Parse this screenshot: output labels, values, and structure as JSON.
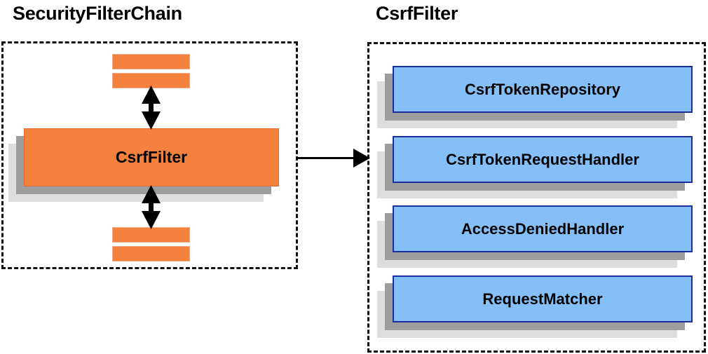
{
  "diagram": {
    "type": "component-relationship-diagram",
    "background_color": "#ffffff",
    "panels": [
      {
        "id": "security-filter-chain",
        "title": "SecurityFilterChain",
        "border_style": "dashed",
        "border_color": "#111111",
        "nodes": [
          {
            "id": "bar-top-1",
            "label": "",
            "shape": "bar",
            "color": "#f5813f"
          },
          {
            "id": "bar-top-2",
            "label": "",
            "shape": "bar",
            "color": "#f5813f"
          },
          {
            "id": "csrf-filter",
            "label": "CsrfFilter",
            "shape": "plate",
            "color": "#f5813f"
          },
          {
            "id": "bar-bottom-1",
            "label": "",
            "shape": "bar",
            "color": "#f5813f"
          },
          {
            "id": "bar-bottom-2",
            "label": "",
            "shape": "bar",
            "color": "#f5813f"
          }
        ],
        "connectors": [
          {
            "from": "bar-top-2",
            "to": "csrf-filter",
            "style": "double-headed-vertical-arrow"
          },
          {
            "from": "csrf-filter",
            "to": "bar-bottom-1",
            "style": "double-headed-vertical-arrow"
          }
        ]
      },
      {
        "id": "csrf-filter-detail",
        "title": "CsrfFilter",
        "border_style": "dashed",
        "border_color": "#111111",
        "nodes": [
          {
            "id": "csrf-token-repository",
            "label": "CsrfTokenRepository",
            "shape": "plate",
            "color": "#85bff7"
          },
          {
            "id": "csrf-token-request-handler",
            "label": "CsrfTokenRequestHandler",
            "shape": "plate",
            "color": "#85bff7"
          },
          {
            "id": "access-denied-handler",
            "label": "AccessDeniedHandler",
            "shape": "plate",
            "color": "#85bff7"
          },
          {
            "id": "request-matcher",
            "label": "RequestMatcher",
            "shape": "plate",
            "color": "#85bff7"
          }
        ]
      }
    ],
    "cross_panel_connector": {
      "from": "security-filter-chain",
      "to": "csrf-filter-detail",
      "style": "single-headed-horizontal-arrow",
      "color": "#000000"
    },
    "colors": {
      "orange_fill": "#f5813f",
      "orange_stroke": "#e06a2b",
      "blue_fill": "#85bff7",
      "blue_stroke": "#1b2f9c",
      "shadow_dark": "#9d9d9d",
      "shadow_light": "#dedede",
      "text": "#000000"
    }
  }
}
